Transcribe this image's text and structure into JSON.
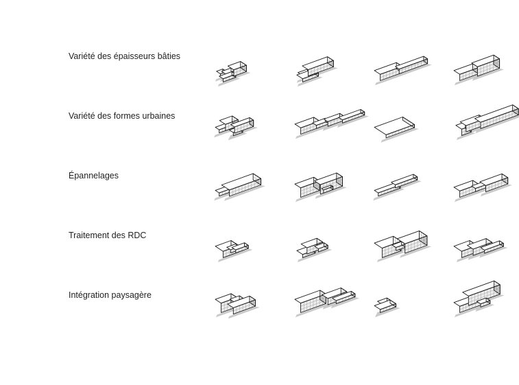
{
  "rows": [
    {
      "label": "Variété des épaisseurs bâties",
      "variants": 4
    },
    {
      "label": "Variété des formes urbaines",
      "variants": 4
    },
    {
      "label": "Épannelages",
      "variants": 4
    },
    {
      "label": "Traitement des RDC",
      "variants": 4
    },
    {
      "label": "Intégration paysagère",
      "variants": 4
    }
  ],
  "colors": {
    "top": "#ffffff",
    "left": "#ececec",
    "right": "#d6d6d6",
    "edge": "#1a1a1a",
    "grid": "#9a9a9a",
    "shadow": "#c9c9c9"
  }
}
